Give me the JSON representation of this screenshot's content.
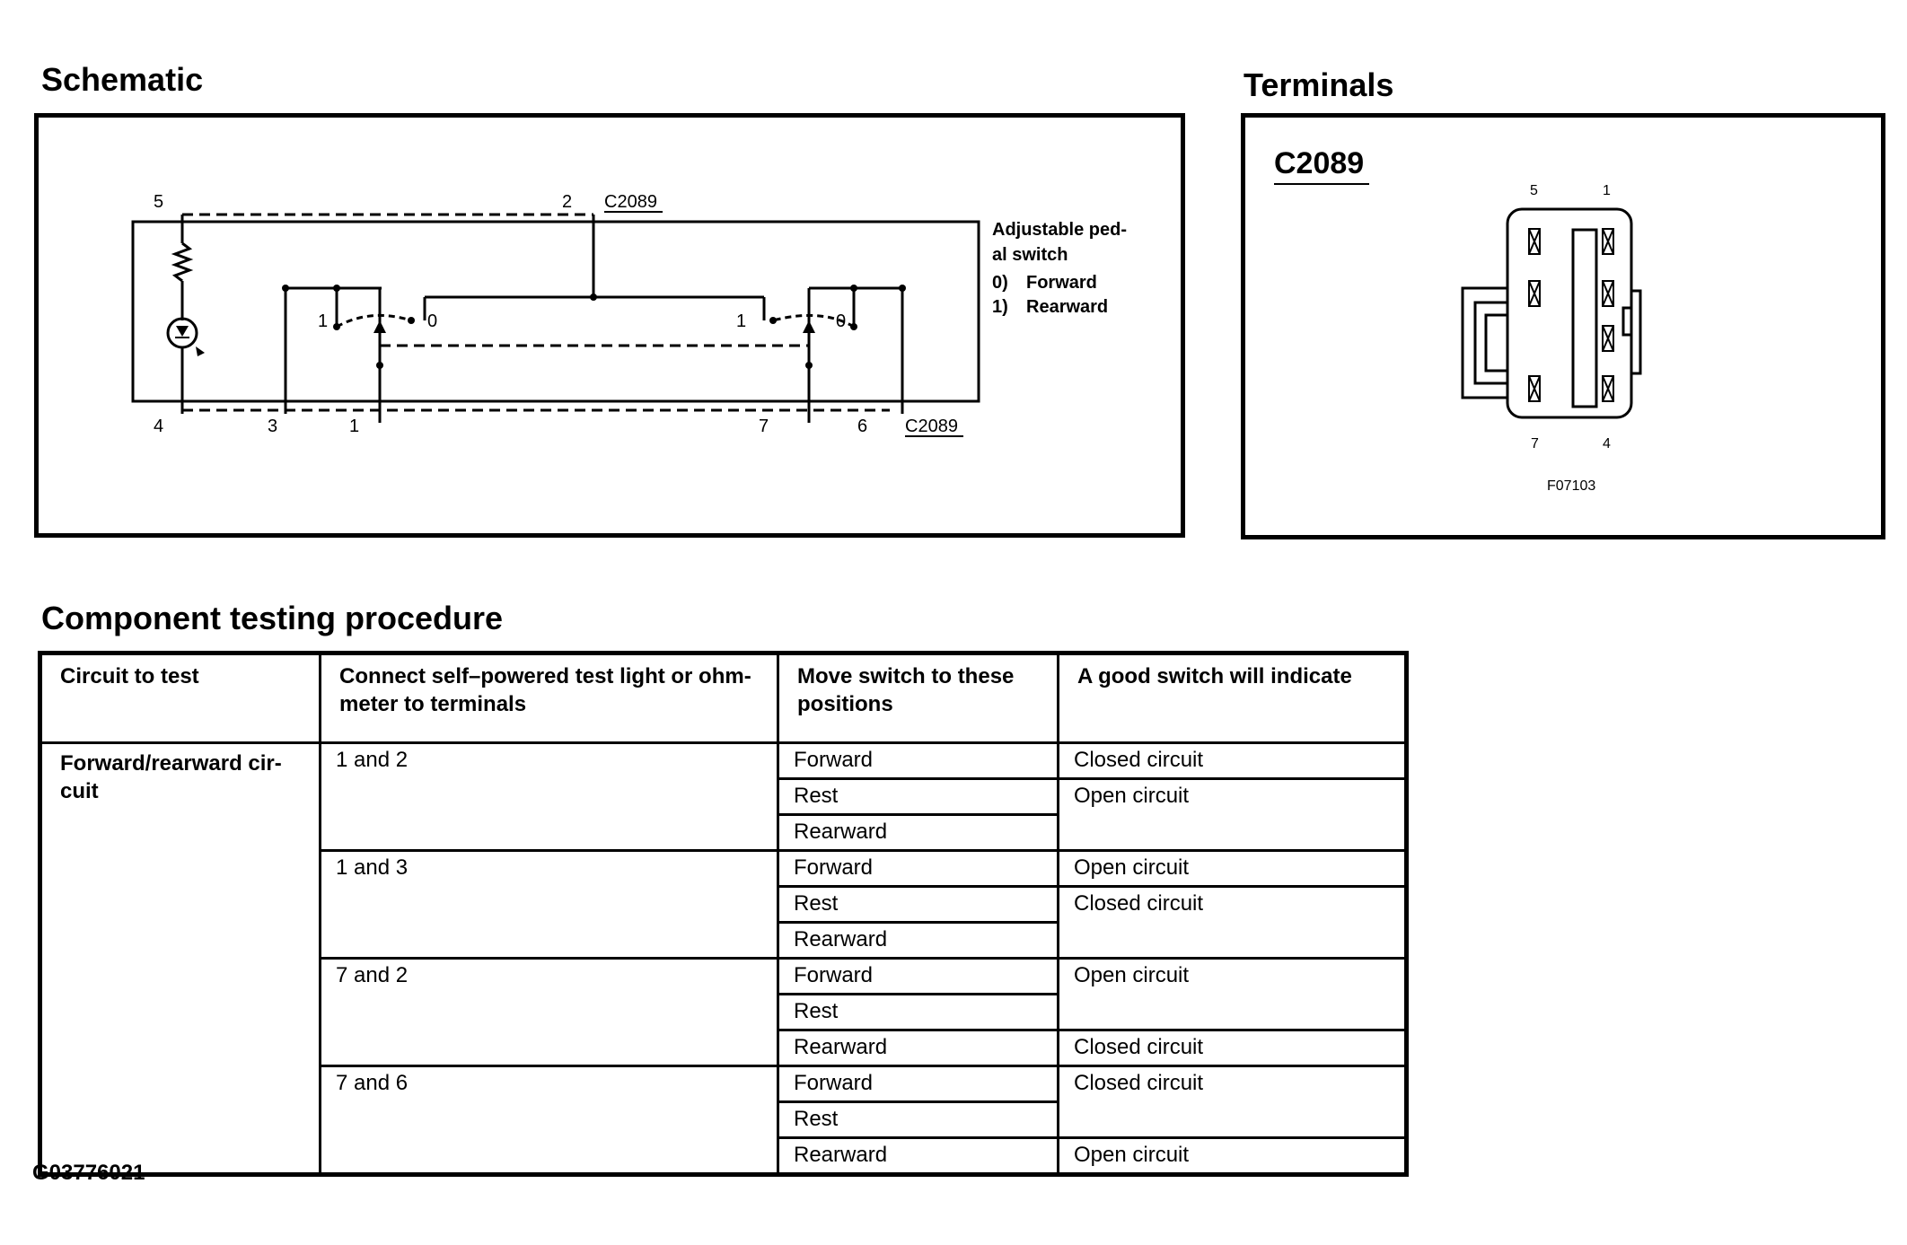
{
  "schematic": {
    "title": "Schematic",
    "connector_label_top": "C2089",
    "connector_label_bottom": "C2089",
    "pins": {
      "p5": "5",
      "p2": "2",
      "p4": "4",
      "p3": "3",
      "p1": "1",
      "p7": "7",
      "p6": "6"
    },
    "switch_positions": {
      "left_1": "1",
      "left_0": "0",
      "right_1": "1",
      "right_0": "0"
    },
    "legend": {
      "line1": "Adjustable ped-",
      "line2": "al switch",
      "item0_num": "0)",
      "item0_label": "Forward",
      "item1_num": "1)",
      "item1_label": "Rearward"
    }
  },
  "terminals": {
    "title": "Terminals",
    "connector": "C2089",
    "pins": {
      "t5": "5",
      "t1": "1",
      "t7": "7",
      "t4": "4"
    },
    "figure_code": "F07103"
  },
  "procedure": {
    "title": "Component testing procedure",
    "headers": {
      "circuit": "Circuit to test",
      "connect_line1": "Connect self–powered test light or ohm-",
      "connect_line2": "meter to terminals",
      "move_line1": "Move switch to these",
      "move_line2": "positions",
      "good": "A good switch will indicate"
    },
    "circuit_line1": "Forward/rearward cir-",
    "circuit_line2": "cuit",
    "groups": [
      {
        "terminals": "1 and 2",
        "pos": [
          "Forward",
          "Rest",
          "Rearward"
        ],
        "ind": [
          "Closed circuit",
          "Open circuit"
        ]
      },
      {
        "terminals": "1 and 3",
        "pos": [
          "Forward",
          "Rest",
          "Rearward"
        ],
        "ind": [
          "Open circuit",
          "Closed circuit"
        ]
      },
      {
        "terminals": "7 and 2",
        "pos": [
          "Forward",
          "Rest",
          "Rearward"
        ],
        "ind": [
          "Open circuit",
          "Closed circuit"
        ]
      },
      {
        "terminals": "7 and 6",
        "pos": [
          "Forward",
          "Rest",
          "Rearward"
        ],
        "ind": [
          "Closed circuit",
          "Open circuit"
        ]
      }
    ]
  },
  "footer_code": "G03776021"
}
